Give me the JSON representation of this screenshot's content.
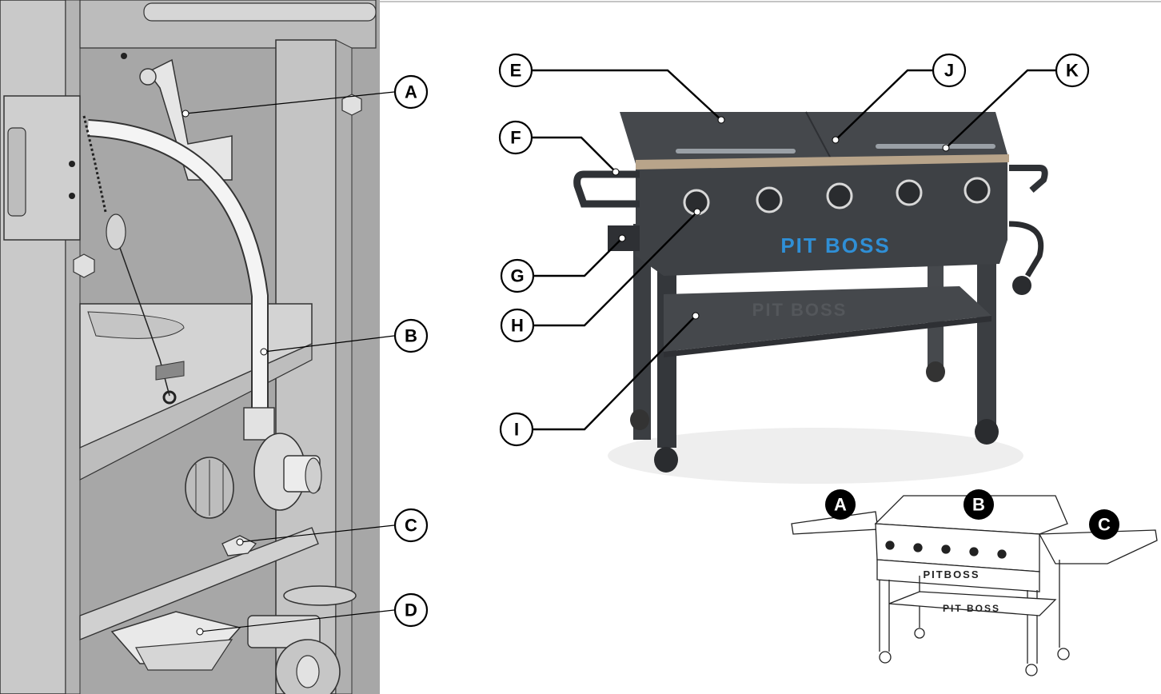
{
  "detail_view": {
    "callouts": [
      {
        "id": "callout-a",
        "label": "A"
      },
      {
        "id": "callout-b",
        "label": "B"
      },
      {
        "id": "callout-c",
        "label": "C"
      },
      {
        "id": "callout-d",
        "label": "D"
      }
    ]
  },
  "griddle_view": {
    "brand": "PIT BOSS",
    "callouts": [
      {
        "id": "callout-e",
        "label": "E"
      },
      {
        "id": "callout-f",
        "label": "F"
      },
      {
        "id": "callout-g",
        "label": "G"
      },
      {
        "id": "callout-h",
        "label": "H"
      },
      {
        "id": "callout-i",
        "label": "I"
      },
      {
        "id": "callout-j",
        "label": "J"
      },
      {
        "id": "callout-k",
        "label": "K"
      }
    ]
  },
  "small_view": {
    "brand": "PITBOSS",
    "shelf_brand": "PIT BOSS",
    "badges": [
      {
        "id": "badge-a",
        "label": "A"
      },
      {
        "id": "badge-b",
        "label": "B"
      },
      {
        "id": "badge-c",
        "label": "C"
      }
    ]
  },
  "colors": {
    "grill_body": "#3d4044",
    "grill_lid": "#45484c",
    "brand_blue": "#2f8fd6",
    "detail_bg": "#a8a8a8",
    "detail_frame": "#c8c8c8"
  }
}
